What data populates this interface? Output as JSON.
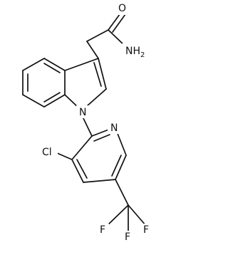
{
  "diagram_data": {
    "type": "chemical-structure",
    "atom_labels": {
      "carbonyl_oxygen": "O",
      "amide_nitrogen": "NH",
      "amide_subscript": "2",
      "indole_nitrogen": "N",
      "pyridine_nitrogen": "N",
      "chlorine": "Cl",
      "fluorine_left": "F",
      "fluorine_center": "F",
      "fluorine_right": "F"
    }
  }
}
